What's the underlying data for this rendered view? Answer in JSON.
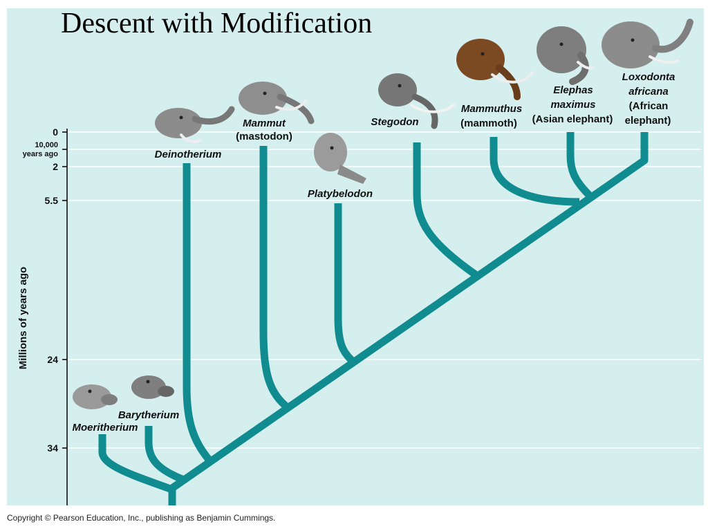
{
  "title": "Descent with Modification",
  "copyright": "Copyright © Pearson Education, Inc., publishing as Benjamin Cummings.",
  "axis": {
    "title": "Millions of years ago",
    "ticks": [
      "0",
      "10,000",
      "years ago",
      "2",
      "5.5",
      "24",
      "34"
    ]
  },
  "taxa": {
    "moeritherium": "Moeritherium",
    "barytherium": "Barytherium",
    "deinotherium": "Deinotherium",
    "mammut": "Mammut",
    "mammut_common": "(mastodon)",
    "platybelodon": "Platybelodon",
    "stegodon": "Stegodon",
    "mammuthus": "Mammuthus",
    "mammuthus_common": "(mammoth)",
    "elephas_1": "Elephas",
    "elephas_2": "maximus",
    "elephas_common": "(Asian elephant)",
    "loxodonta_1": "Loxodonta",
    "loxodonta_2": "africana",
    "loxodonta_common_1": "(African",
    "loxodonta_common_2": "elephant)"
  },
  "colors": {
    "branch": "#108c90",
    "background": "#d5eeee",
    "gridline": "#ffffff"
  },
  "icons": [
    "moeritherium-head-icon",
    "barytherium-head-icon",
    "deinotherium-head-icon",
    "mammut-head-icon",
    "platybelodon-head-icon",
    "stegodon-head-icon",
    "mammuthus-head-icon",
    "elephas-head-icon",
    "loxodonta-head-icon"
  ]
}
